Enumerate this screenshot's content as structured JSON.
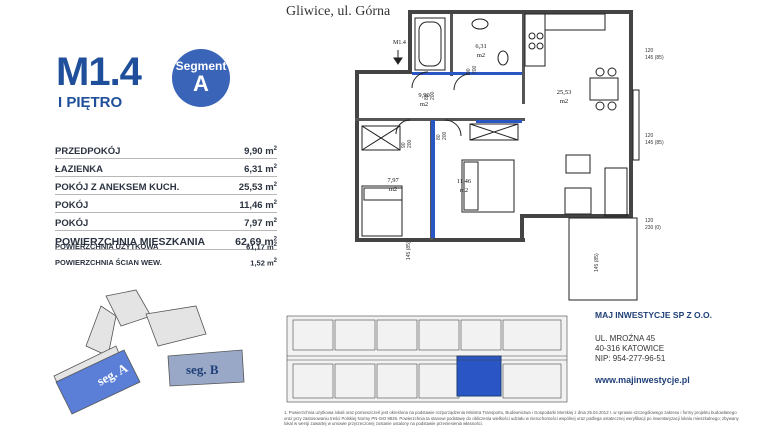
{
  "header": {
    "location": "Gliwice, ul. Górna"
  },
  "unit": {
    "code": "M1.4",
    "floor": "I PIĘTRO",
    "segment_label": "Segment",
    "segment_letter": "A"
  },
  "rooms": [
    {
      "name": "PRZEDPOKÓJ",
      "area": "9,90 m",
      "unit_sup": "2"
    },
    {
      "name": "ŁAZIENKA",
      "area": "6,31 m",
      "unit_sup": "2"
    },
    {
      "name": "POKÓJ Z ANEKSEM KUCH.",
      "area": "25,53 m",
      "unit_sup": "2"
    },
    {
      "name": "POKÓJ",
      "area": "11,46 m",
      "unit_sup": "2"
    },
    {
      "name": "POKÓJ",
      "area": "7,97 m",
      "unit_sup": "2"
    }
  ],
  "total": {
    "name": "POWIERZCHNIA MIESZKANIA",
    "area": "62,69 m",
    "unit_sup": "2"
  },
  "extra": [
    {
      "name": "POWIERZCHNIA UŻYTKOWA",
      "area": "61,17 m",
      "unit_sup": "2"
    },
    {
      "name": "POWIERZCHNIA ŚCIAN WEW.",
      "area": "1,52 m",
      "unit_sup": "2"
    }
  ],
  "plan": {
    "unit_marker": "M1.4",
    "room_labels": [
      {
        "value": "6,31",
        "unit": "m2"
      },
      {
        "value": "9,90",
        "unit": "m2"
      },
      {
        "value": "25,53",
        "unit": "m2"
      },
      {
        "value": "7,97",
        "unit": "m2"
      },
      {
        "value": "11,46",
        "unit": "m2"
      }
    ],
    "dimension_labels": [
      "120",
      "145 (85)",
      "120",
      "145 (85)",
      "120",
      "230 (0)",
      "145 (85)",
      "145 (85)",
      "80",
      "200",
      "90",
      "200",
      "90",
      "200",
      "80",
      "200"
    ]
  },
  "site": {
    "label_a": "seg. A",
    "label_b": "seg. B"
  },
  "company": {
    "name": "MAJ INWESTYCJE SP Z O.O.",
    "street": "UL. MROŹNA 45",
    "city": "40-316 KATOWICE",
    "nip": "NIP: 954-277-96-51",
    "website": "www.majinwestycje.pl"
  },
  "footnote": "1. Powierzchnia użytkowa lokali oraz pomieszczeń jest określona na podstawie rozporządzenia Ministra Transportu, Budownictwa i Gospodarki Morskiej z dnia 25.04.2012 r. w sprawie szczegółowego zakresu i formy projektu budowlanego oraz przy zastosowaniu treści Polskiej Normy PN-ISO 9836. Powierzchnia ta stanowi podstawę do obliczenia wielkości udziału w nieruchomości wspólnej oraz podlega ostatecznej weryfikacji po inwentaryzacji lokalu mieszkalnego; zbywany lokal w wersji zawartej w umowie przyrzeczonej zostanie ustalony na podstawie przeniesienia własności.",
  "colors": {
    "brand": "#1f4f9a",
    "accent": "#3a64b8",
    "highlight": "#2a55c5"
  }
}
